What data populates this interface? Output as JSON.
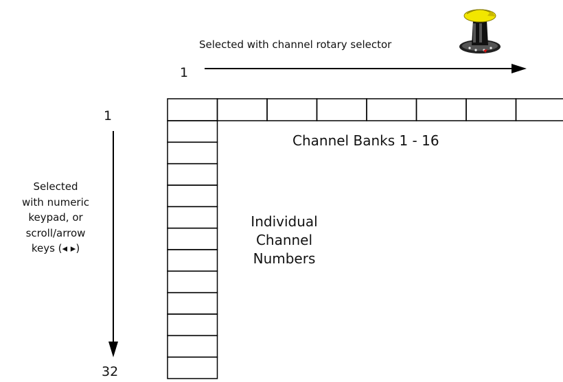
{
  "top_selector": {
    "label": "Selected with channel rotary selector",
    "start_number": "1",
    "icon": "rotary-knob-icon"
  },
  "vertical_selector": {
    "start_number": "1",
    "end_number": "32",
    "label_lines": [
      "Selected",
      "with numeric",
      "keypad, or",
      "scroll/arrow",
      "keys (◂ ▸)"
    ]
  },
  "grid": {
    "banks_label": "Channel Banks 1 - 16",
    "channels_label_lines": [
      "Individual",
      "Channel",
      "Numbers"
    ]
  },
  "colors": {
    "line": "#000000",
    "knob_cap": "#f2e600",
    "knob_body": "#111111",
    "knob_marker": "#d01010"
  }
}
